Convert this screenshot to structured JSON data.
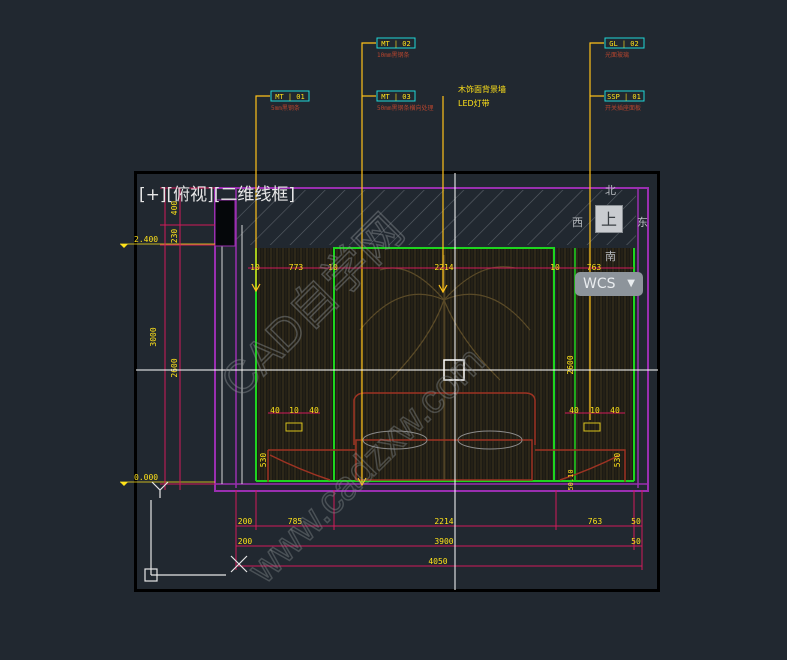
{
  "viewport": {
    "label": "[+][俯视][二维线框]",
    "viewcube": {
      "north": "北",
      "south": "南",
      "east": "东",
      "west": "西",
      "face": "上"
    },
    "wcs_label": "WCS",
    "wcs_arrow": "▼"
  },
  "watermark": {
    "text1": "CAD自学网",
    "text2": "www.cadzxw.com"
  },
  "callouts": [
    {
      "code": "MT | 01",
      "desc": "5mm黑钢条"
    },
    {
      "code": "MT | 02",
      "desc": "10mm黑钢条"
    },
    {
      "code": "MT | 03",
      "desc": "50mm黑钢条横向处理"
    },
    {
      "code": "GL | 02",
      "desc": "光面玻璃"
    },
    {
      "code": "SSP | 01",
      "desc": "开关插座面板"
    }
  ],
  "note": {
    "line1": "木饰面背景墙",
    "line2": "LED灯带"
  },
  "levels": {
    "top": "2.400",
    "bottom": "0.000"
  },
  "dims_left": {
    "d400": "400",
    "d230": "230",
    "d3000": "3000",
    "d2600": "2600"
  },
  "dims_inner_top": {
    "l10a": "10",
    "l773": "773",
    "l10b": "10",
    "c2214": "2214",
    "r10": "10",
    "r763": "763"
  },
  "dims_inner_side": {
    "a2600": "2600",
    "a530l": "530",
    "a530r": "530",
    "a50": "50.10"
  },
  "dims_inner_low": {
    "l40": "40",
    "l10": "10",
    "l40b": "40",
    "r40": "40",
    "r10": "10",
    "r40b": "40"
  },
  "dims_bottom": {
    "row1": {
      "a": "200",
      "b": "785",
      "c": "2214",
      "d": "763",
      "e": "50"
    },
    "row2": {
      "a": "200",
      "b": "3900",
      "c": "50"
    },
    "row3": {
      "a": "4050"
    }
  }
}
